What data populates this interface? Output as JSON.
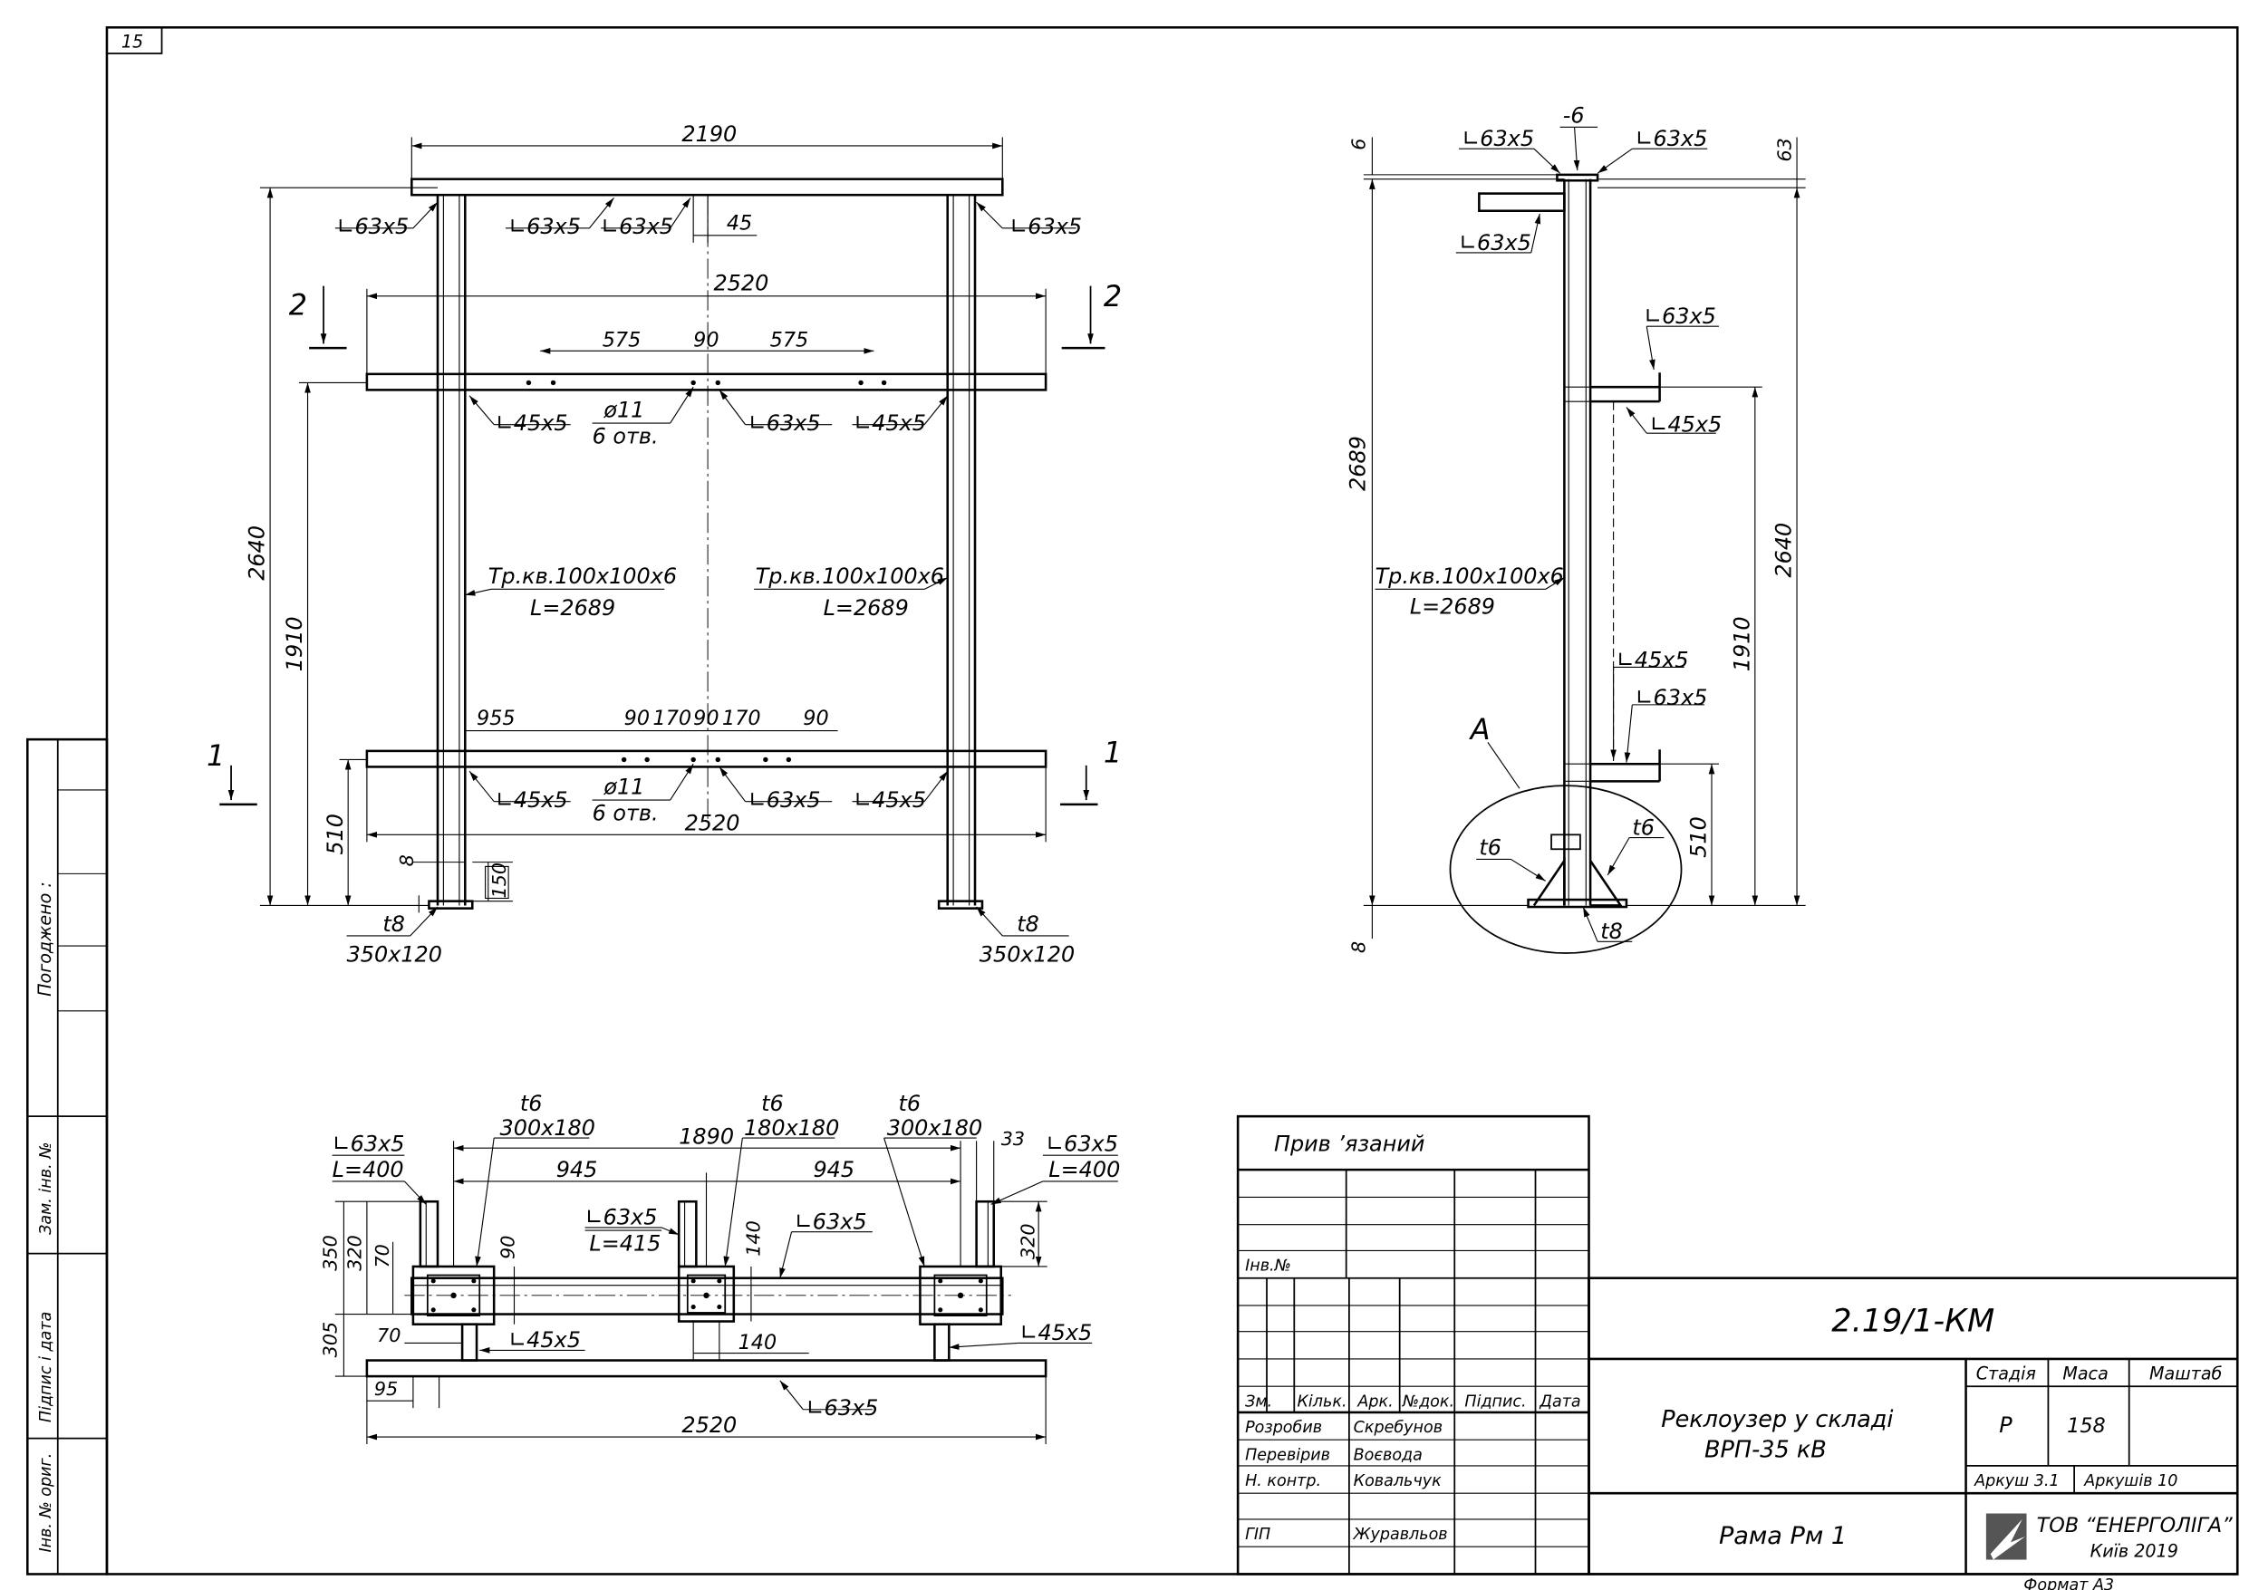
{
  "sheet_number": "15",
  "format": "Формат А3",
  "margin": {
    "agreed": "Погоджено :",
    "replace_inv": "Зам. інв. №",
    "sign_date": "Підпис і дата",
    "inv_orig": "Інв. № ориг."
  },
  "front_view": {
    "dims": {
      "top_width": "2190",
      "mid_width": "2520",
      "bot_width": "2520",
      "total_height": "2640",
      "mid_height": "1910",
      "bot_height": "510",
      "base_t": "8",
      "base_150": "150",
      "gap_45": "45",
      "holes_top": [
        "575",
        "90",
        "575"
      ],
      "holes_bot": [
        "955",
        "90",
        "170",
        "90",
        "170",
        "90"
      ]
    },
    "labels": {
      "angle_63": "∟63x5",
      "angle_45": "∟45x5",
      "hole_dia": "ø11",
      "hole_count": "6 отв.",
      "tube": "Тр.кв.100х100х6",
      "tube_len": "L=2689",
      "plate_t8": "t8",
      "plate_size": "350х120",
      "sec1": "1",
      "sec2": "2"
    }
  },
  "side_view": {
    "dims": {
      "d6": "6",
      "d63": "63",
      "d2689": "2689",
      "d2640": "2640",
      "d1910": "1910",
      "d510": "510",
      "d8": "8"
    },
    "labels": {
      "strip": "-6",
      "angle_63": "∟63x5",
      "angle_45": "∟45x5",
      "tube": "Тр.кв.100х100х6",
      "tube_len": "L=2689",
      "detail": "A",
      "t6": "t6",
      "t8": "t8"
    }
  },
  "plan_view": {
    "dims": {
      "d1890": "1890",
      "d945": "945",
      "d33": "33",
      "d350": "350",
      "d320": "320",
      "d70": "70",
      "d90": "90",
      "d140": "140",
      "d305": "305",
      "d95": "95",
      "d2520": "2520"
    },
    "labels": {
      "angle_63": "∟63x5",
      "angle_45": "∟45x5",
      "l400": "L=400",
      "l415": "L=415",
      "t6": "t6",
      "plate_300": "300х180",
      "plate_180": "180х180"
    }
  },
  "title_block": {
    "attached": "Прив ’язаний",
    "inv": "Інв.№",
    "doc_code": "2.19/1-КМ",
    "object_line1": "Реклоузер у складі",
    "object_line2": "ВРП-35 кВ",
    "drawing_name": "Рама Рм 1",
    "stage_h": "Стадія",
    "mass_h": "Маса",
    "scale_h": "Маштаб",
    "stage": "Р",
    "mass": "158",
    "sheet": "Аркуш 3.1",
    "sheets": "Аркушів 10",
    "company": "ТОВ “ЕНЕРГОЛІГА”",
    "city_year": "Київ 2019",
    "cols": [
      "Зм.",
      "Кільк.",
      "Арк.",
      "№док.",
      "Підпис.",
      "Дата"
    ],
    "roles": [
      {
        "role": "Розробив",
        "name": "Скребунов"
      },
      {
        "role": "Перевірив",
        "name": "Воєвода"
      },
      {
        "role": "Н. контр.",
        "name": "Ковальчук"
      },
      {
        "role": "ГІП",
        "name": "Журавльов"
      }
    ]
  }
}
